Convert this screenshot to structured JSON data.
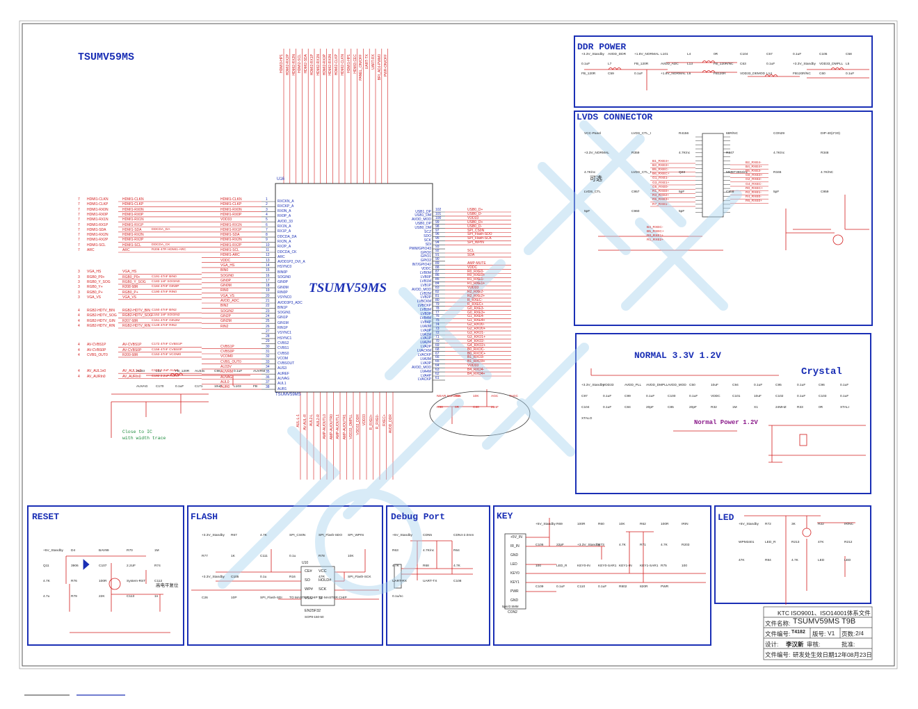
{
  "page": {
    "title": "TSUMV59MS"
  },
  "chip": {
    "ref": "U16",
    "name": "TSUMV59MS",
    "left_pins": [
      {
        "num": "1",
        "name": "RXCKN_A",
        "net": "HDMI1-CLKN"
      },
      {
        "num": "2",
        "name": "RXCKP_A",
        "net": "HDMI1-CLKP"
      },
      {
        "num": "3",
        "name": "RX0N_A",
        "net": "HDMI1-RX0N"
      },
      {
        "num": "4",
        "name": "RX0P_A",
        "net": "HDMI1-RX0P"
      },
      {
        "num": "5",
        "name": "AVDD_33",
        "net": "VDD33"
      },
      {
        "num": "6",
        "name": "RX1N_A",
        "net": "HDMI1-RX1N"
      },
      {
        "num": "7",
        "name": "RX1P_A",
        "net": "HDMI1-RX1P"
      },
      {
        "num": "8",
        "name": "DDCDA_DA",
        "net": "HDMI1-SDA"
      },
      {
        "num": "9",
        "name": "RX2N_A",
        "net": "HDMI1-RX2N"
      },
      {
        "num": "10",
        "name": "RX2P_A",
        "net": "HDMI1-RX2P"
      },
      {
        "num": "11",
        "name": "DDCDA_CK",
        "net": "HDMI1-SCL"
      },
      {
        "num": "12",
        "name": "ARC",
        "net": "HDMI1-ARC"
      },
      {
        "num": "13",
        "name": "AVDD1P2_DVI_A",
        "net": "VDDC"
      },
      {
        "num": "14",
        "name": "HSYNC0",
        "net": "VGA_HS"
      },
      {
        "num": "15",
        "name": "BIN0P",
        "net": "BIN0"
      },
      {
        "num": "16",
        "name": "SOGIN0",
        "net": "SOGIN0"
      },
      {
        "num": "17",
        "name": "GIN0P",
        "net": "GIN0P"
      },
      {
        "num": "18",
        "name": "GIN0M",
        "net": "GIN0M"
      },
      {
        "num": "19",
        "name": "RIN0P",
        "net": "RIN0"
      },
      {
        "num": "20",
        "name": "VSYNC0",
        "net": "VGA_VS"
      },
      {
        "num": "21",
        "name": "AVDD3P3_ADC",
        "net": "AVDD_ADC"
      },
      {
        "num": "22",
        "name": "BIN1P",
        "net": "BIN2"
      },
      {
        "num": "23",
        "name": "SOGIN1",
        "net": "SOGIN2"
      },
      {
        "num": "24",
        "name": "GIN1P",
        "net": "GIN2P"
      },
      {
        "num": "25",
        "name": "GIN1M",
        "net": "GIN2M"
      },
      {
        "num": "26",
        "name": "RIN1P",
        "net": "RIN2"
      },
      {
        "num": "27",
        "name": "VSYNC1",
        "net": ""
      },
      {
        "num": "28",
        "name": "HSYNC1",
        "net": ""
      },
      {
        "num": "29",
        "name": "CVBS2",
        "net": ""
      },
      {
        "num": "30",
        "name": "CVBS1",
        "net": "CVBS1P"
      },
      {
        "num": "31",
        "name": "CVBS0",
        "net": "CVBS0P"
      },
      {
        "num": "32",
        "name": "VCOM",
        "net": "VCOM0"
      },
      {
        "num": "33",
        "name": "CVBSOUT",
        "net": "CVBS_OUT0"
      },
      {
        "num": "34",
        "name": "AUS3",
        "net": "AU33V"
      },
      {
        "num": "35",
        "name": "AUREF",
        "net": "AUVRM"
      },
      {
        "num": "36",
        "name": "AUVAG",
        "net": "AUVAG"
      },
      {
        "num": "37",
        "name": "AUL1",
        "net": "AUL0"
      },
      {
        "num": "38",
        "name": "AUR1",
        "net": "AUR0"
      }
    ],
    "right_pins": [
      {
        "num": "102",
        "name": "USB1_DP",
        "net": "USB0_D+"
      },
      {
        "num": "101",
        "name": "USB1_DM",
        "net": "USB0_D-"
      },
      {
        "num": "100",
        "name": "AVDD_MOD",
        "net": "VDD33"
      },
      {
        "num": "99",
        "name": "USB0_DP",
        "net": "USB0_D+"
      },
      {
        "num": "98",
        "name": "USB0_DM",
        "net": "USB0_D-"
      },
      {
        "num": "97",
        "name": "SCZ",
        "net": "SPI_CS0N"
      },
      {
        "num": "96",
        "name": "SDO",
        "net": "SPI_Flash-SDO"
      },
      {
        "num": "95",
        "name": "SCK",
        "net": "SPI_Flash-SCK"
      },
      {
        "num": "94",
        "name": "SDI",
        "net": "SPI_WPIN"
      },
      {
        "num": "93",
        "name": "PWM/GPIO43",
        "net": ""
      },
      {
        "num": "92",
        "name": "GPIO0",
        "net": "SCL"
      },
      {
        "num": "91",
        "name": "GPIO1",
        "net": "SDA"
      },
      {
        "num": "90",
        "name": "GPIO2",
        "net": ""
      },
      {
        "num": "89",
        "name": "INT/GPIO42",
        "net": "AMP-MUTE"
      },
      {
        "num": "88",
        "name": "VDDC",
        "net": "VDDC"
      },
      {
        "num": "87",
        "name": "LVB0M",
        "net": "R0_RXE0-"
      },
      {
        "num": "86",
        "name": "LVB0P",
        "net": "R0_RXE0+"
      },
      {
        "num": "85",
        "name": "LVB1M",
        "net": "R1_RXE1-"
      },
      {
        "num": "84",
        "name": "LVB1P",
        "net": "R1_RXE1+"
      },
      {
        "num": "83",
        "name": "AVDD_MOD",
        "net": "VDD33"
      },
      {
        "num": "82",
        "name": "LVB2M",
        "net": "R2_RXE2-"
      },
      {
        "num": "81",
        "name": "LVB2P",
        "net": "R2_RXE2+"
      },
      {
        "num": "80",
        "name": "LVBCKM",
        "net": "R_RXEC-"
      },
      {
        "num": "79",
        "name": "LVBCKP",
        "net": "R_RXEC+"
      },
      {
        "num": "78",
        "name": "LVB3M",
        "net": "G0_RXE3-"
      },
      {
        "num": "77",
        "name": "LVB3P",
        "net": "G0_RXE3+"
      },
      {
        "num": "76",
        "name": "LVB4M",
        "net": "G1_RXE4-"
      },
      {
        "num": "75",
        "name": "LVB4P",
        "net": "G1_RXE4+"
      },
      {
        "num": "74",
        "name": "LVA0M",
        "net": "G2_RXO0-"
      },
      {
        "num": "73",
        "name": "LVA0P",
        "net": "G2_RXO0+"
      },
      {
        "num": "72",
        "name": "LVA1M",
        "net": "G3_RXO1-"
      },
      {
        "num": "71",
        "name": "LVA1P",
        "net": "G3_RXO1+"
      },
      {
        "num": "70",
        "name": "LVA2M",
        "net": "G4_RXO2-"
      },
      {
        "num": "69",
        "name": "LVA2P",
        "net": "G4_RXO2+"
      },
      {
        "num": "68",
        "name": "LVACKM",
        "net": "B0_RXOC-"
      },
      {
        "num": "67",
        "name": "LVACKP",
        "net": "B0_RXOC+"
      },
      {
        "num": "66",
        "name": "LVA3M",
        "net": "B1_RXO3-"
      },
      {
        "num": "65",
        "name": "LVA3P",
        "net": "B1_RXO3+"
      },
      {
        "num": "64",
        "name": "AVDD_MOD",
        "net": "VDD33"
      },
      {
        "num": "63",
        "name": "LVA4M",
        "net": "B4_RXO4-"
      },
      {
        "num": "62",
        "name": "LVA4P",
        "net": "B4_RXO4+"
      },
      {
        "num": "61",
        "name": "LVACKP",
        "net": ""
      }
    ],
    "top_nets": [
      "HDMI3-HP1",
      "HDMI2-RX2P",
      "HDMI2-RX2N",
      "HDMI2-SCL",
      "HDMI2-SDA",
      "HDMI2-RX1P",
      "HDMI2-RX1N",
      "HDMI2-RX0P",
      "HDMI2-RX0N",
      "HDMI2-CLKP",
      "HDMI2-CLKN",
      "HDMI1-HP1",
      "HDMI3-CEC",
      "PANEL_ON/OFF",
      "UART-TX",
      "UART-RX",
      "BRI_ADJ-PWM0",
      "PWR-ON/OFF"
    ],
    "bottom_nets": [
      "AUL-L-1",
      "AV-AUL-R",
      "AUL2-L",
      "AUL2-R",
      "AMP-AUOUTL0",
      "AMP-AUOUTR0",
      "AMP-AUOUTL1",
      "AMP-AUOUTR1",
      "VDD33_DMPLL",
      "VDD33_DDR",
      "VDD33",
      "R_RXE0+",
      "R_RXE0-",
      "RXEC+",
      "AVDD_DDR"
    ]
  },
  "left_labels": [
    {
      "num": "7",
      "text": "HDMI1-CLKN"
    },
    {
      "num": "7",
      "text": "HDMI1-CLKP"
    },
    {
      "num": "7",
      "text": "HDMI1-RX0N"
    },
    {
      "num": "7",
      "text": "HDMI1-RX0P"
    },
    {
      "num": "7",
      "text": "HDMI1-RX1N"
    },
    {
      "num": "7",
      "text": "HDMI1-RX1P"
    },
    {
      "num": "7",
      "text": "HDMI1-SDA"
    },
    {
      "num": "7",
      "text": "HDMI1-RX2N"
    },
    {
      "num": "7",
      "text": "HDMI1-RX2P"
    },
    {
      "num": "7",
      "text": "HDMI1-SCL"
    },
    {
      "num": "7",
      "text": "ARC"
    },
    {
      "num": "3",
      "text": "VGA_HS"
    },
    {
      "num": "3",
      "text": "RGB0_P0+"
    },
    {
      "num": "3",
      "text": "RGB0_Y_SOG"
    },
    {
      "num": "3",
      "text": "RGB0_Y+"
    },
    {
      "num": "3",
      "text": "RGB0_P+"
    },
    {
      "num": "3",
      "text": "VGA_VS"
    },
    {
      "num": "4",
      "text": "RGB2-HDTV_BIN"
    },
    {
      "num": "4",
      "text": "RGB2-HDTV_SOG"
    },
    {
      "num": "4",
      "text": "RGB2-HDTV_GIN"
    },
    {
      "num": "4",
      "text": "RGB2-HDTV_RIN"
    },
    {
      "num": "4",
      "text": "AV-CVBS1P"
    },
    {
      "num": "4",
      "text": "AV-CVBS0P"
    },
    {
      "num": "4",
      "text": "CVBS_OUT0"
    },
    {
      "num": "4",
      "text": "AV_AUL1n0"
    },
    {
      "num": "4",
      "text": "AV_AURIn0"
    }
  ],
  "left_nets": [
    {
      "text": "HDMI1-CLKN",
      "cap": ""
    },
    {
      "text": "HDMI1-CLKP",
      "cap": ""
    },
    {
      "text": "HDMI1-RX0N",
      "cap": ""
    },
    {
      "text": "HDMI1-RX0P",
      "cap": ""
    },
    {
      "text": "HDMI1-RX1N",
      "cap": ""
    },
    {
      "text": "HDMI1-RX1P",
      "cap": ""
    },
    {
      "text": "HDMI1-SDA",
      "cap": "DDCDA_DA"
    },
    {
      "text": "HDMI1-RX2N",
      "cap": ""
    },
    {
      "text": "HDMI1-RX2P",
      "cap": ""
    },
    {
      "text": "HDMI1-SCL",
      "cap": "DDCDA_CK"
    },
    {
      "text": "ARC",
      "cap": "R206 47R HDMI1-ARC"
    },
    {
      "text": "VGA_HS",
      "cap": ""
    },
    {
      "text": "RGB0_P0+",
      "cap": "C191 47nF BIN0"
    },
    {
      "text": "RGB0_Y_SOG",
      "cap": "C183 1nF SOGIN0"
    },
    {
      "text": "R208 68R",
      "cap": "C184 47nF GIN0P"
    },
    {
      "text": "RGB0_P+",
      "cap": "C190 47nF RIN0"
    },
    {
      "text": "VGA_VS",
      "cap": ""
    },
    {
      "text": "RGB2-HDTV_BIN",
      "cap": "C150 47nF BIN2"
    },
    {
      "text": "RGB2-HDTV_SOG",
      "cap": "C152 1nF SOGIN2"
    },
    {
      "text": "R207 68R",
      "cap": "C151 47nF GIN2M"
    },
    {
      "text": "RGB2-HDTV_RIN",
      "cap": "C149 47nF RIN2"
    },
    {
      "text": "AV-CVBS1P",
      "cap": "C172 47nF CVBS1P"
    },
    {
      "text": "AV-CVBS0P",
      "cap": "C156 47nF CVBS0P"
    },
    {
      "text": "R209 68R",
      "cap": "C153 47nF VCOM0"
    },
    {
      "text": "AV_AUL1n0",
      "cap": "C150 2.2uF AUL0"
    },
    {
      "text": "AV_AURIn0",
      "cap": "C192 2.2uF AUR0"
    }
  ],
  "ddr_power": {
    "title": "DDR POWER",
    "labels": [
      "+3.3V_Standby",
      "AVDD_DDR",
      "+1.8V_NORMAL",
      "L101",
      "L4",
      "0R",
      "C104",
      "C57",
      "0.1uF",
      "C105",
      "C58",
      "0.1uF",
      "L7",
      "FB_120R",
      "AVDD_ADC",
      "L13",
      "FB_120R/NC",
      "C63",
      "0.1uF",
      "+3.3V_Standby",
      "VDD33_DMPLL",
      "L5",
      "FB_120R",
      "C59",
      "0.1uF",
      "+1.8V_NORMAL",
      "L6",
      "FB120R",
      "VDD33_DEMOD",
      "L14",
      "FB120R/NC",
      "C60",
      "0.1uF"
    ]
  },
  "lvds": {
    "title": "LVDS CONNECTOR",
    "optional": "可选",
    "labels": [
      "VCC-Panel",
      "LVDS_CTL_I",
      "R4156",
      "68R/NC",
      "CON29",
      "DIP-40(2*20)",
      "+3.3V_NORMAL",
      "R359",
      "4.7K/nc",
      "R347",
      "4.7K/nc",
      "R348",
      "4.7K/nc",
      "LVDS_CTL_I",
      "Q23",
      "MMBT3904/nc",
      "R346",
      "4.7K/NC",
      "LVDS_CTL",
      "C957",
      "5pF",
      "C958",
      "5pF",
      "C959",
      "5pF",
      "C960",
      "5pF"
    ],
    "left_nets": [
      "B1_RXE4+",
      "B3_RXE3+",
      "B5_RXEC-",
      "B6_RXEC+",
      "G1_RXE1-",
      "G3_RXE1+",
      "G5_RXE0-",
      "R1_RXE0+",
      "R3_RXE2+",
      "R5_RXE3+",
      "R7_RXE1-"
    ],
    "right_nets": [
      "B2_RXE4-",
      "B4_RXE4+",
      "B5_RXE3-",
      "G0_RXE3+",
      "G2_RXE2-",
      "G4_RXEC-",
      "R0_RXEC+",
      "R2_RXE1-",
      "R4_RXE0-",
      "R6_RXE0+"
    ],
    "bottom_nets": [
      "B4_RXEC-",
      "B5_RXEC+",
      "R0_RXE1+",
      "R1_RXE2+"
    ]
  },
  "normal_power": {
    "title": "NORMAL 3.3V 1.2V",
    "crystal": "Crystal",
    "sub": "Normal Power 1.2V",
    "labels": [
      "+3.3V_Standby",
      "VDD33",
      "AVDD_PLL",
      "AVDD_DMPLL",
      "AVDD_MOD",
      "C50",
      "10uF",
      "C94",
      "0.1uF",
      "C95",
      "0.1uF",
      "C96",
      "0.1uF",
      "C97",
      "0.1uF",
      "C99",
      "0.1uF",
      "C100",
      "0.1uF",
      "VDDC",
      "C101",
      "10uF",
      "C102",
      "0.1uF",
      "C103",
      "0.1uF",
      "C104",
      "0.1uF",
      "C84",
      "20pF",
      "C85",
      "20pF",
      "R32",
      "1M",
      "X1",
      "24MHZ",
      "R33",
      "0R",
      "XTALI",
      "XTALO"
    ]
  },
  "reset": {
    "title": "RESET",
    "note": "高电平复位",
    "labels": [
      "+5V_Standby",
      "D4",
      "BAV99",
      "R70",
      "1M",
      "Q11",
      "3906",
      "C107",
      "2.2UF",
      "R74",
      "4.7K",
      "R76",
      "100R",
      "System-RST",
      "C112",
      "4.7u",
      "R79",
      "22K",
      "C113",
      "1n"
    ]
  },
  "flash": {
    "title": "FLASH",
    "chip": "U10",
    "chip_part": "EN25F32",
    "pkg": "SOP8-150-50",
    "pins_left": [
      "CE#",
      "SO",
      "WP#",
      "VSS"
    ],
    "pins_right": [
      "VCC",
      "HOLD#",
      "SCK",
      "SI"
    ],
    "labels": [
      "+3.3V_Standby",
      "R67",
      "4.7K",
      "SPI_CS0N",
      "SPI_Flash-SDO",
      "SPI_WPIN",
      "R77",
      "1K",
      "C111",
      "0.1u",
      "R78",
      "10K",
      "+3.3V_Standby",
      "C105",
      "0.1u",
      "R16",
      "47R",
      "SPI_Flash-SCK",
      "C26",
      "10P",
      "SPI_Flash-SDI",
      "TO MASTER CHIP",
      "TO MASTER CHIP"
    ]
  },
  "debug": {
    "title": "Debug  Port",
    "labels": [
      "+5V_Standby",
      "CDN5",
      "CDN4-2.0mm",
      "R63",
      "4.7K/nc",
      "R64",
      "4.7K",
      "R68",
      "4.7K",
      "UART-RX",
      "UART-TX",
      "C108",
      "0.1u/nc"
    ]
  },
  "key": {
    "title": "KEY",
    "connector": "CON2",
    "connector_part": "5pin/2.5MM",
    "pins": [
      "+5V_IN",
      "IR_IN",
      "GND",
      "LED",
      "KEY0",
      "KEY1",
      "PWR",
      "GND"
    ],
    "labels": [
      "+5V_Standby",
      "R69",
      "100R",
      "R60",
      "10K",
      "R62",
      "100R",
      "IRIN",
      "C106",
      "22pF",
      "+3.3V_Standby",
      "R73",
      "4.7K",
      "R71",
      "4.7K",
      "R203",
      "100",
      "LED_R",
      "KEY0-IN",
      "KEY0-SAR1",
      "KEY1-IN",
      "KEY1-SAR1",
      "R75",
      "100",
      "C109",
      "0.1uF",
      "C110",
      "0.1uF",
      "R802",
      "820R",
      "PWR"
    ]
  },
  "led": {
    "title": "LED",
    "labels": [
      "+5V_Standby",
      "R72",
      "3K",
      "R22",
      "IR/NC",
      "WPM3401",
      "LED_R",
      "R213",
      "47K",
      "R212",
      "47K",
      "R84",
      "4.7K",
      "LED",
      "LED"
    ]
  },
  "near_ic": {
    "labels": [
      "NEAR tsumv59",
      "R55",
      "10K",
      "AGC",
      "TAGC",
      "R58",
      "0R",
      "C60",
      "22nF"
    ]
  },
  "close_ic": {
    "note1": "Close to IC",
    "note2": "with width trace",
    "labels": [
      "AU33",
      "L11",
      "FB_120R",
      "AU33v",
      "C98",
      "0.1uF",
      "AUVRM",
      "AUVAG",
      "C170",
      "0.1uF",
      "C171",
      "10uF",
      "L103",
      "FB"
    ]
  },
  "title_block": {
    "company": "KTC  ISO9001、ISO14001体系文件",
    "file_name_label": "文件名称:",
    "file_name": "TSUMV59MS  T9B",
    "file_no_label": "文件编号:",
    "file_no": "T4182",
    "version_label": "版号:",
    "version": "V1",
    "page_label": "页数:",
    "page": "2/4",
    "design_label": "设计:",
    "designer": "李汉新",
    "review_label": "审核:",
    "approve_label": "批准:",
    "issue_label": "文件编号:",
    "issue": "研发处生效日期:",
    "date": "12年08月23日"
  },
  "colors": {
    "wire": "#d21a1a",
    "text": "#1a2fb5",
    "frame": "#1a2fb5",
    "watermark": "#a9d4ef"
  }
}
